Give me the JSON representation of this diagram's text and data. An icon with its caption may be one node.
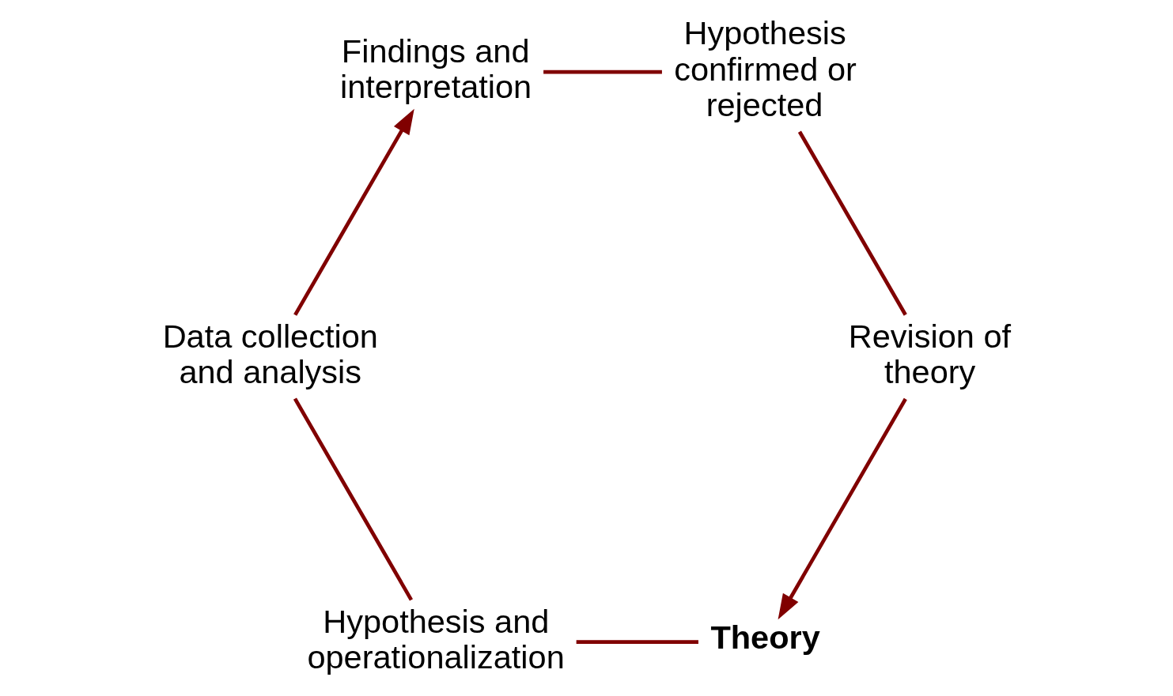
{
  "diagram": {
    "nodes": [
      {
        "text": [
          "Theory"
        ]
      },
      {
        "text": [
          "Hypothesis and operationalization"
        ]
      },
      {
        "text": [
          "Data collection and analysis"
        ]
      },
      {
        "text": [
          "Findings and interpretation"
        ]
      },
      {
        "text": [
          "Hypothesis confirmed or rejected"
        ]
      },
      {
        "text": [
          "Revision of theory"
        ]
      }
    ],
    "edges": [
      {
        "from": 0,
        "to": 1,
        "arrow": "none"
      },
      {
        "from": 1,
        "to": 2,
        "arrow": "none"
      },
      {
        "from": 2,
        "to": 3,
        "arrow": "to"
      },
      {
        "from": 3,
        "to": 4,
        "arrow": "none"
      },
      {
        "from": 4,
        "to": 5,
        "arrow": "none"
      },
      {
        "from": 5,
        "to": 0,
        "arrow": "to"
      }
    ]
  }
}
